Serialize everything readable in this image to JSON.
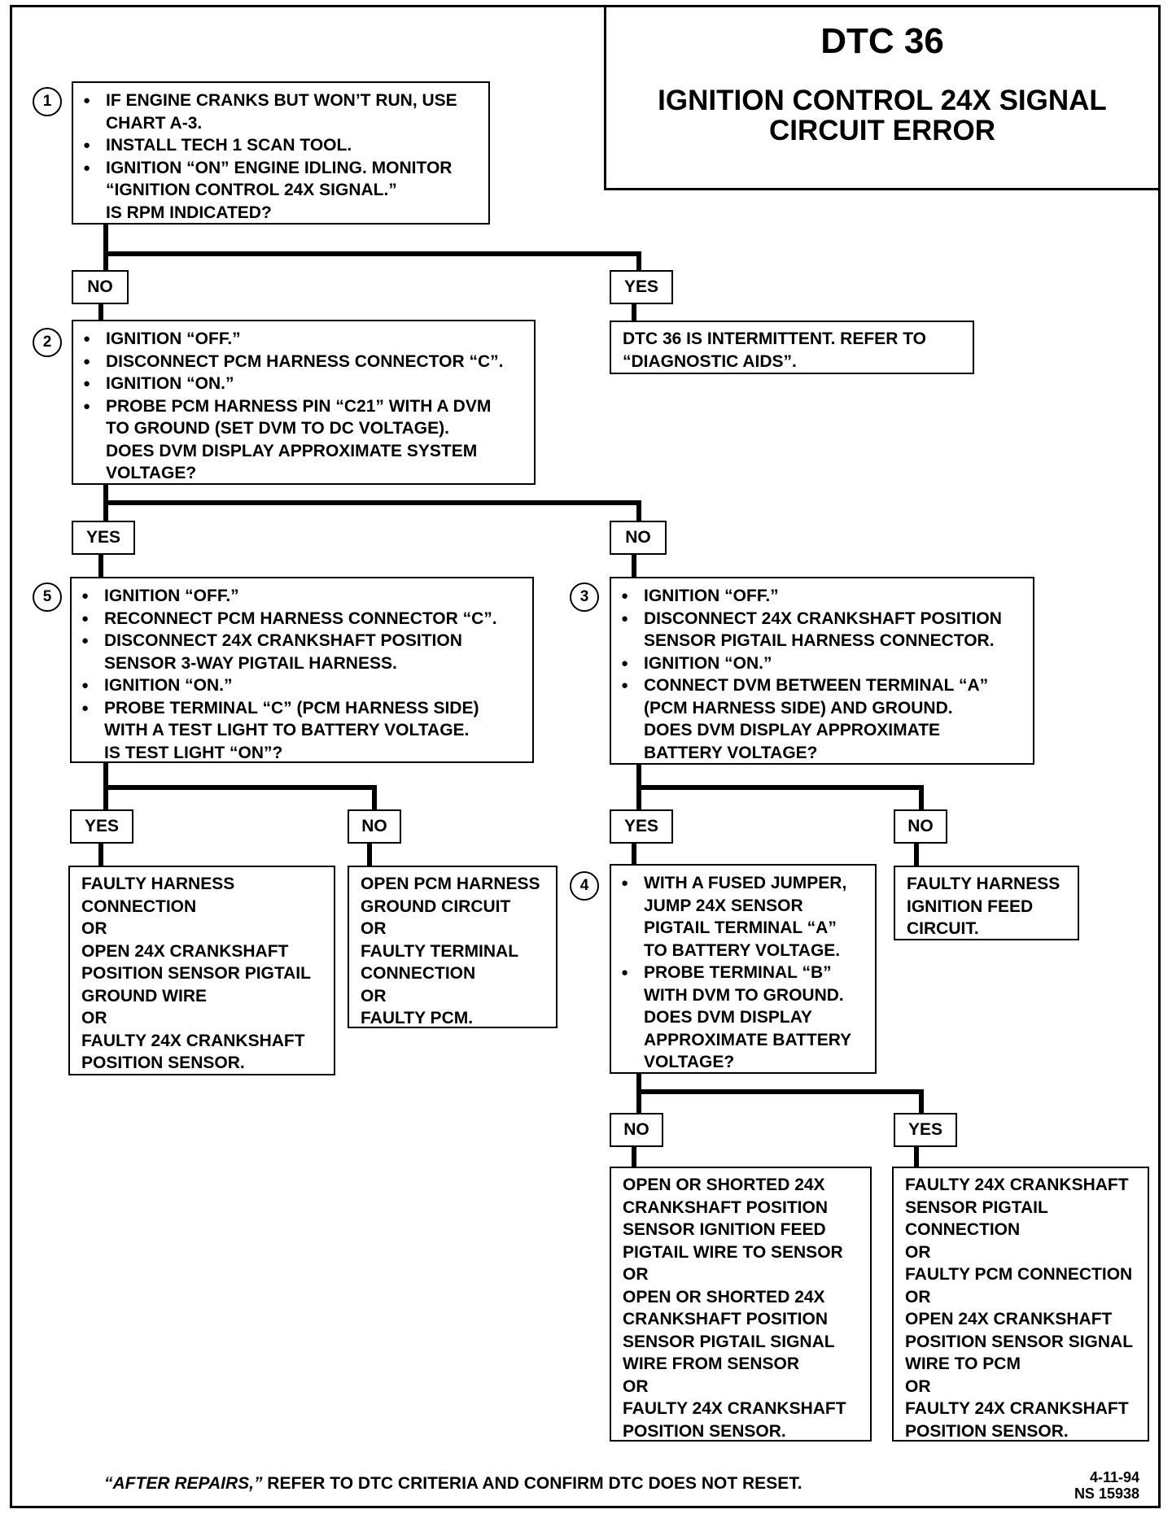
{
  "title": {
    "code": "DTC 36",
    "lines": [
      "IGNITION CONTROL 24X SIGNAL",
      "CIRCUIT ERROR"
    ]
  },
  "step1": {
    "number": "1",
    "bullets": [
      [
        "IF ENGINE CRANKS BUT WON’T RUN, USE",
        "CHART A-3."
      ],
      [
        "INSTALL TECH 1 SCAN TOOL."
      ],
      [
        "IGNITION “ON” ENGINE IDLING.  MONITOR",
        "“IGNITION CONTROL 24X SIGNAL.”",
        "IS RPM INDICATED?"
      ]
    ]
  },
  "step1_no": "NO",
  "step1_yes": "YES",
  "step1_yes_result": [
    "DTC 36 IS INTERMITTENT.  REFER TO",
    "“DIAGNOSTIC AIDS”."
  ],
  "step2": {
    "number": "2",
    "bullets": [
      [
        "IGNITION “OFF.”"
      ],
      [
        "DISCONNECT PCM HARNESS CONNECTOR “C”."
      ],
      [
        "IGNITION “ON.”"
      ],
      [
        "PROBE PCM HARNESS PIN “C21” WITH A DVM",
        "TO GROUND (SET DVM TO DC VOLTAGE).",
        "DOES DVM DISPLAY APPROXIMATE SYSTEM",
        "VOLTAGE?"
      ]
    ]
  },
  "step2_yes": "YES",
  "step2_no": "NO",
  "step5": {
    "number": "5",
    "bullets": [
      [
        "IGNITION “OFF.”"
      ],
      [
        "RECONNECT PCM HARNESS CONNECTOR “C”."
      ],
      [
        "DISCONNECT 24X CRANKSHAFT POSITION",
        "SENSOR 3-WAY PIGTAIL HARNESS."
      ],
      [
        "IGNITION “ON.”"
      ],
      [
        "PROBE TERMINAL “C” (PCM HARNESS SIDE)",
        "WITH A TEST LIGHT TO BATTERY VOLTAGE.",
        "IS TEST LIGHT “ON”?"
      ]
    ]
  },
  "step3": {
    "number": "3",
    "bullets": [
      [
        "IGNITION “OFF.”"
      ],
      [
        "DISCONNECT 24X CRANKSHAFT POSITION",
        "SENSOR PIGTAIL HARNESS CONNECTOR."
      ],
      [
        "IGNITION “ON.”"
      ],
      [
        "CONNECT DVM BETWEEN TERMINAL “A”",
        "(PCM HARNESS SIDE) AND GROUND.",
        "DOES DVM DISPLAY APPROXIMATE",
        "BATTERY VOLTAGE?"
      ]
    ]
  },
  "step5_yes": "YES",
  "step5_no": "NO",
  "step3_yes": "YES",
  "step3_no": "NO",
  "step5_yes_result": [
    "FAULTY HARNESS",
    "CONNECTION",
    "OR",
    "OPEN 24X CRANKSHAFT",
    "POSITION SENSOR PIGTAIL",
    "GROUND WIRE",
    "OR",
    "FAULTY 24X CRANKSHAFT",
    "POSITION SENSOR."
  ],
  "step5_no_result": [
    "OPEN PCM HARNESS",
    "GROUND CIRCUIT",
    "OR",
    "FAULTY TERMINAL",
    "CONNECTION",
    "OR",
    "FAULTY PCM."
  ],
  "step3_no_result": [
    "FAULTY HARNESS",
    "IGNITION FEED",
    "CIRCUIT."
  ],
  "step4": {
    "number": "4",
    "bullets": [
      [
        "WITH A FUSED JUMPER,",
        "JUMP 24X SENSOR",
        "PIGTAIL TERMINAL “A”",
        "TO BATTERY VOLTAGE."
      ],
      [
        "PROBE TERMINAL “B”",
        "WITH DVM TO GROUND.",
        "DOES DVM DISPLAY",
        "APPROXIMATE BATTERY",
        "VOLTAGE?"
      ]
    ]
  },
  "step4_no": "NO",
  "step4_yes": "YES",
  "step4_no_result": [
    "OPEN OR SHORTED 24X",
    "CRANKSHAFT POSITION",
    "SENSOR IGNITION FEED",
    "PIGTAIL WIRE TO SENSOR",
    "OR",
    "OPEN OR SHORTED 24X",
    "CRANKSHAFT POSITION",
    "SENSOR PIGTAIL SIGNAL",
    "WIRE FROM SENSOR",
    "OR",
    "FAULTY  24X CRANKSHAFT",
    "POSITION SENSOR."
  ],
  "step4_yes_result": [
    "FAULTY 24X CRANKSHAFT",
    "SENSOR PIGTAIL",
    "CONNECTION",
    "OR",
    "FAULTY PCM CONNECTION",
    "OR",
    "OPEN 24X CRANKSHAFT",
    "POSITION SENSOR SIGNAL",
    "WIRE TO PCM",
    "OR",
    "FAULTY 24X CRANKSHAFT",
    "POSITION SENSOR."
  ],
  "footer": {
    "emphasis": "“AFTER REPAIRS,”",
    "text": " REFER TO DTC CRITERIA AND CONFIRM DTC DOES NOT RESET."
  },
  "date_code": [
    "4-11-94",
    "NS 15938"
  ]
}
